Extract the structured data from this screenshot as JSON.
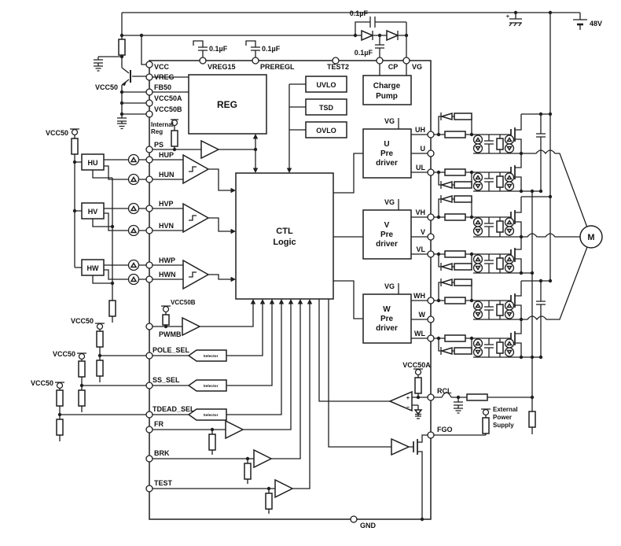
{
  "labels": {
    "cap_value": "0.1µF",
    "supply_48v": "48V",
    "plus": "+",
    "plus_sign": "+",
    "minus_sign": "−",
    "vcc50": "VCC50",
    "vcc50a": "VCC50A",
    "vcc50b": "VCC50B",
    "vg": "VG",
    "internal_reg_line1": "Internal",
    "internal_reg_line2": "Reg",
    "ext_line1": "External",
    "ext_line2": "Power",
    "ext_line3": "Supply",
    "motor": "M",
    "selector": "Selector"
  },
  "pins": {
    "vcc": "VCC",
    "vreg15": "VREG15",
    "preregl": "PREREGL",
    "test2": "TEST2",
    "cp": "CP",
    "vg": "VG",
    "vreg": "VREG",
    "fb50": "FB50",
    "vcc50a": "VCC50A",
    "vcc50b": "VCC50B",
    "ps": "PS",
    "hup": "HUP",
    "hun": "HUN",
    "hvp": "HVP",
    "hvn": "HVN",
    "hwp": "HWP",
    "hwn": "HWN",
    "pwmb": "PWMB",
    "pole_sel": "POLE_SEL",
    "ss_sel": "SS_SEL",
    "tdead_sel": "TDEAD_SEL",
    "fr": "FR",
    "brk": "BRK",
    "test": "TEST",
    "gnd": "GND",
    "uh": "UH",
    "u": "U",
    "ul": "UL",
    "vh": "VH",
    "v": "V",
    "vl": "VL",
    "wh": "WH",
    "w": "W",
    "wl": "WL",
    "rcl": "RCL",
    "fgo": "FGO"
  },
  "blocks": {
    "reg": "REG",
    "uvlo": "UVLO",
    "tsd": "TSD",
    "ovlo": "OVLO",
    "charge_line1": "Charge",
    "charge_line2": "Pump",
    "ctl_line1": "CTL",
    "ctl_line2": "Logic",
    "u": "U",
    "v": "V",
    "w": "W",
    "pre_line2": "Pre",
    "pre_line3": "driver",
    "hu": "HU",
    "hv": "HV",
    "hw": "HW"
  },
  "colors": {
    "line": "#1f1f1f",
    "background": "#ffffff"
  }
}
